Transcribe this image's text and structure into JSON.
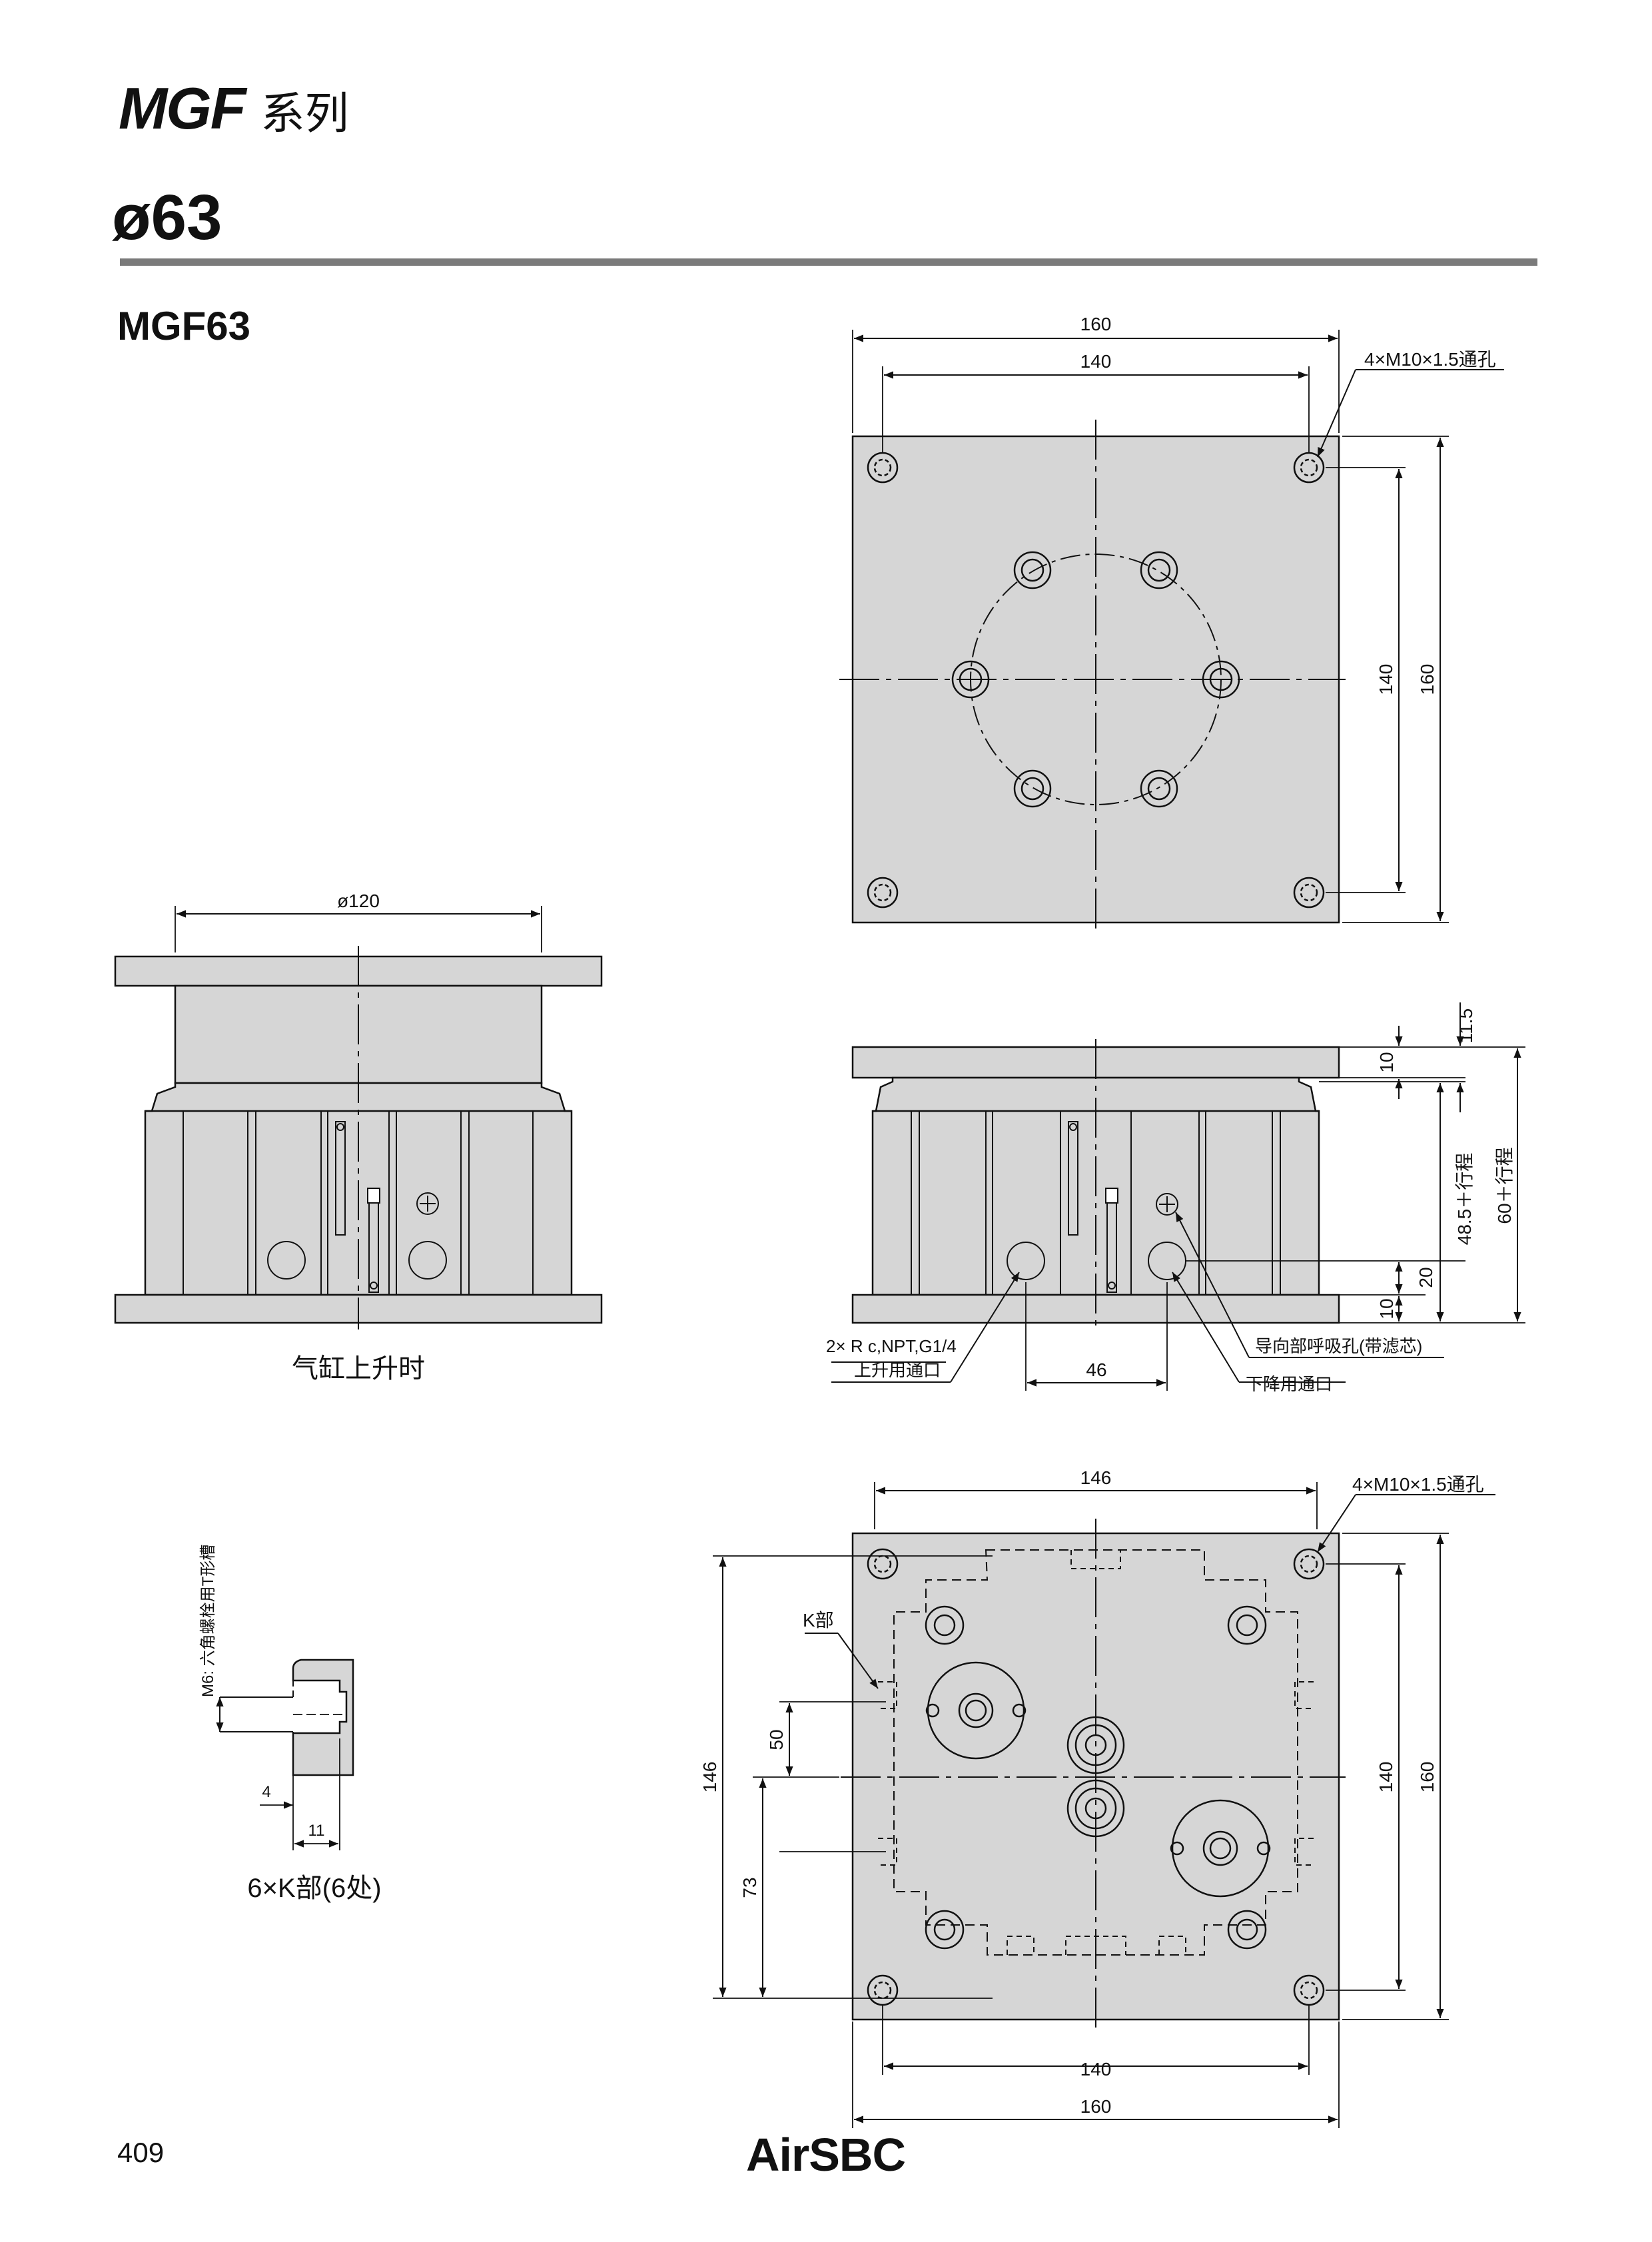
{
  "header": {
    "series_code": "MGF",
    "series_suffix": "系列",
    "bore": "ø63",
    "model": "MGF63"
  },
  "footer": {
    "page_number": "409",
    "brand": "AirSBC"
  },
  "top_view": {
    "dim_width_outer": "160",
    "dim_width_inner": "140",
    "dim_height_inner": "140",
    "dim_height_outer": "160",
    "hole_note": "4×M10×1.5通孔"
  },
  "side_view_up": {
    "dim_diameter": "ø120",
    "caption": "气缸上升时"
  },
  "side_view": {
    "dim_top": "11.5",
    "dim_plate": "10",
    "dim_stroke_a": "48.5＋行程",
    "dim_stroke_b": "60＋行程",
    "dim_port_height": "20",
    "dim_base": "10",
    "dim_port_spacing": "46",
    "port_spec": "2× R c,NPT,G1/4",
    "port_up": "上升用通口",
    "breather": "导向部呼吸孔(带滤芯)",
    "port_down": "下降用通口"
  },
  "bottom_view": {
    "dim_width": "146",
    "dim_height_left": "146",
    "dim_50": "50",
    "dim_73": "73",
    "dim_height_inner": "140",
    "dim_height_outer": "160",
    "dim_bottom_inner": "140",
    "dim_bottom_outer": "160",
    "hole_note": "4×M10×1.5通孔",
    "k_label": "K部"
  },
  "detail_k": {
    "slot_label": "M6: 六角螺栓用T形槽",
    "dim_4": "4",
    "dim_11": "11",
    "caption": "6×K部(6处)"
  }
}
